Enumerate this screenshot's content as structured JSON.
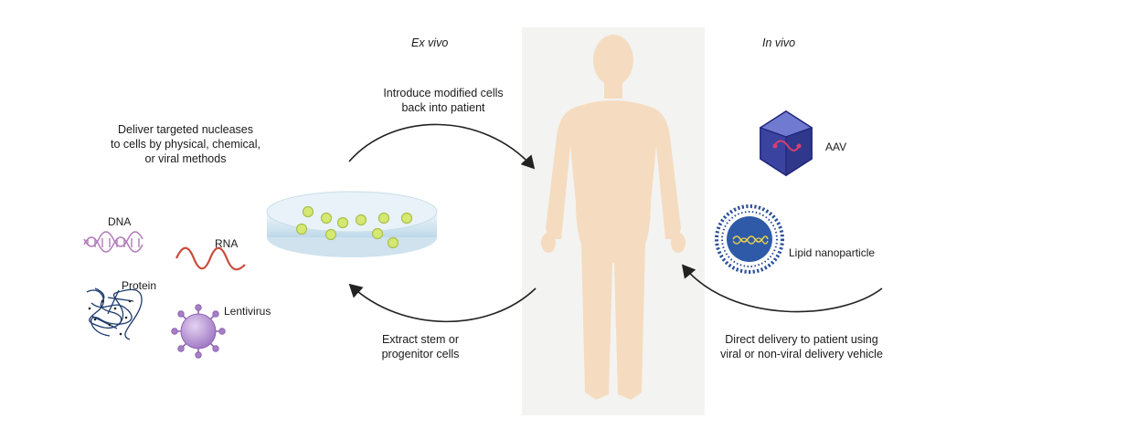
{
  "headings": {
    "ex_vivo": "Ex vivo",
    "in_vivo": "In vivo"
  },
  "captions": {
    "deliver": [
      "Deliver targeted nucleases",
      "to cells by physical, chemical,",
      "or viral methods"
    ],
    "introduce": [
      "Introduce modified cells",
      "back into patient"
    ],
    "extract": [
      "Extract stem or",
      "progenitor cells"
    ],
    "direct": [
      "Direct delivery to patient using",
      "viral or non-viral delivery vehicle"
    ]
  },
  "labels": {
    "dna": "DNA",
    "rna": "RNA",
    "protein": "Protein",
    "lentivirus": "Lentivirus",
    "aav": "AAV",
    "lipid": "Lipid nanoparticle"
  },
  "colors": {
    "skin": "#f5dcc0",
    "panel": "#f3f3f1",
    "dna": "#b07ab8",
    "rna": "#cc4a3c",
    "virus": "#a77fc6",
    "aav": "#3c3fa3",
    "lipid": "#2b4f9a",
    "cell": "#cfe36a",
    "arrow": "#222222"
  }
}
